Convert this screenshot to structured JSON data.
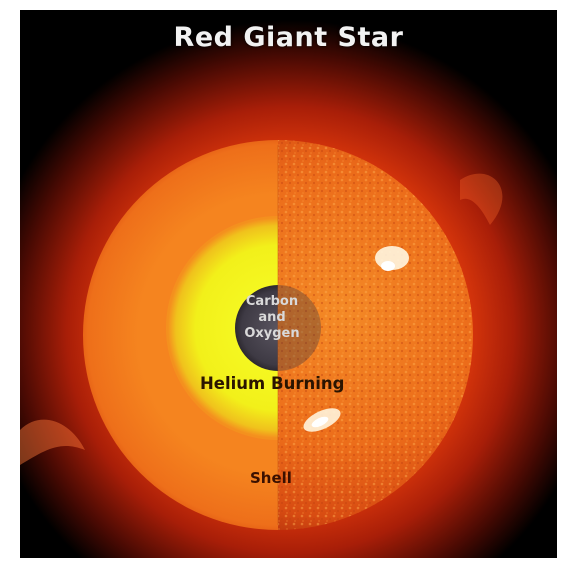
{
  "title": "Red Giant Star",
  "labels": {
    "core_line1": "Carbon",
    "core_line2": "and",
    "core_line3": "Oxygen",
    "helium": "Helium Burning",
    "shell": "Shell"
  },
  "colors": {
    "background": "#000000",
    "corona": "#c82a0a",
    "shell": "#f07a1e",
    "helium_zone": "#f4f01a",
    "core": "#4a4550",
    "surface": "#e8661a"
  }
}
